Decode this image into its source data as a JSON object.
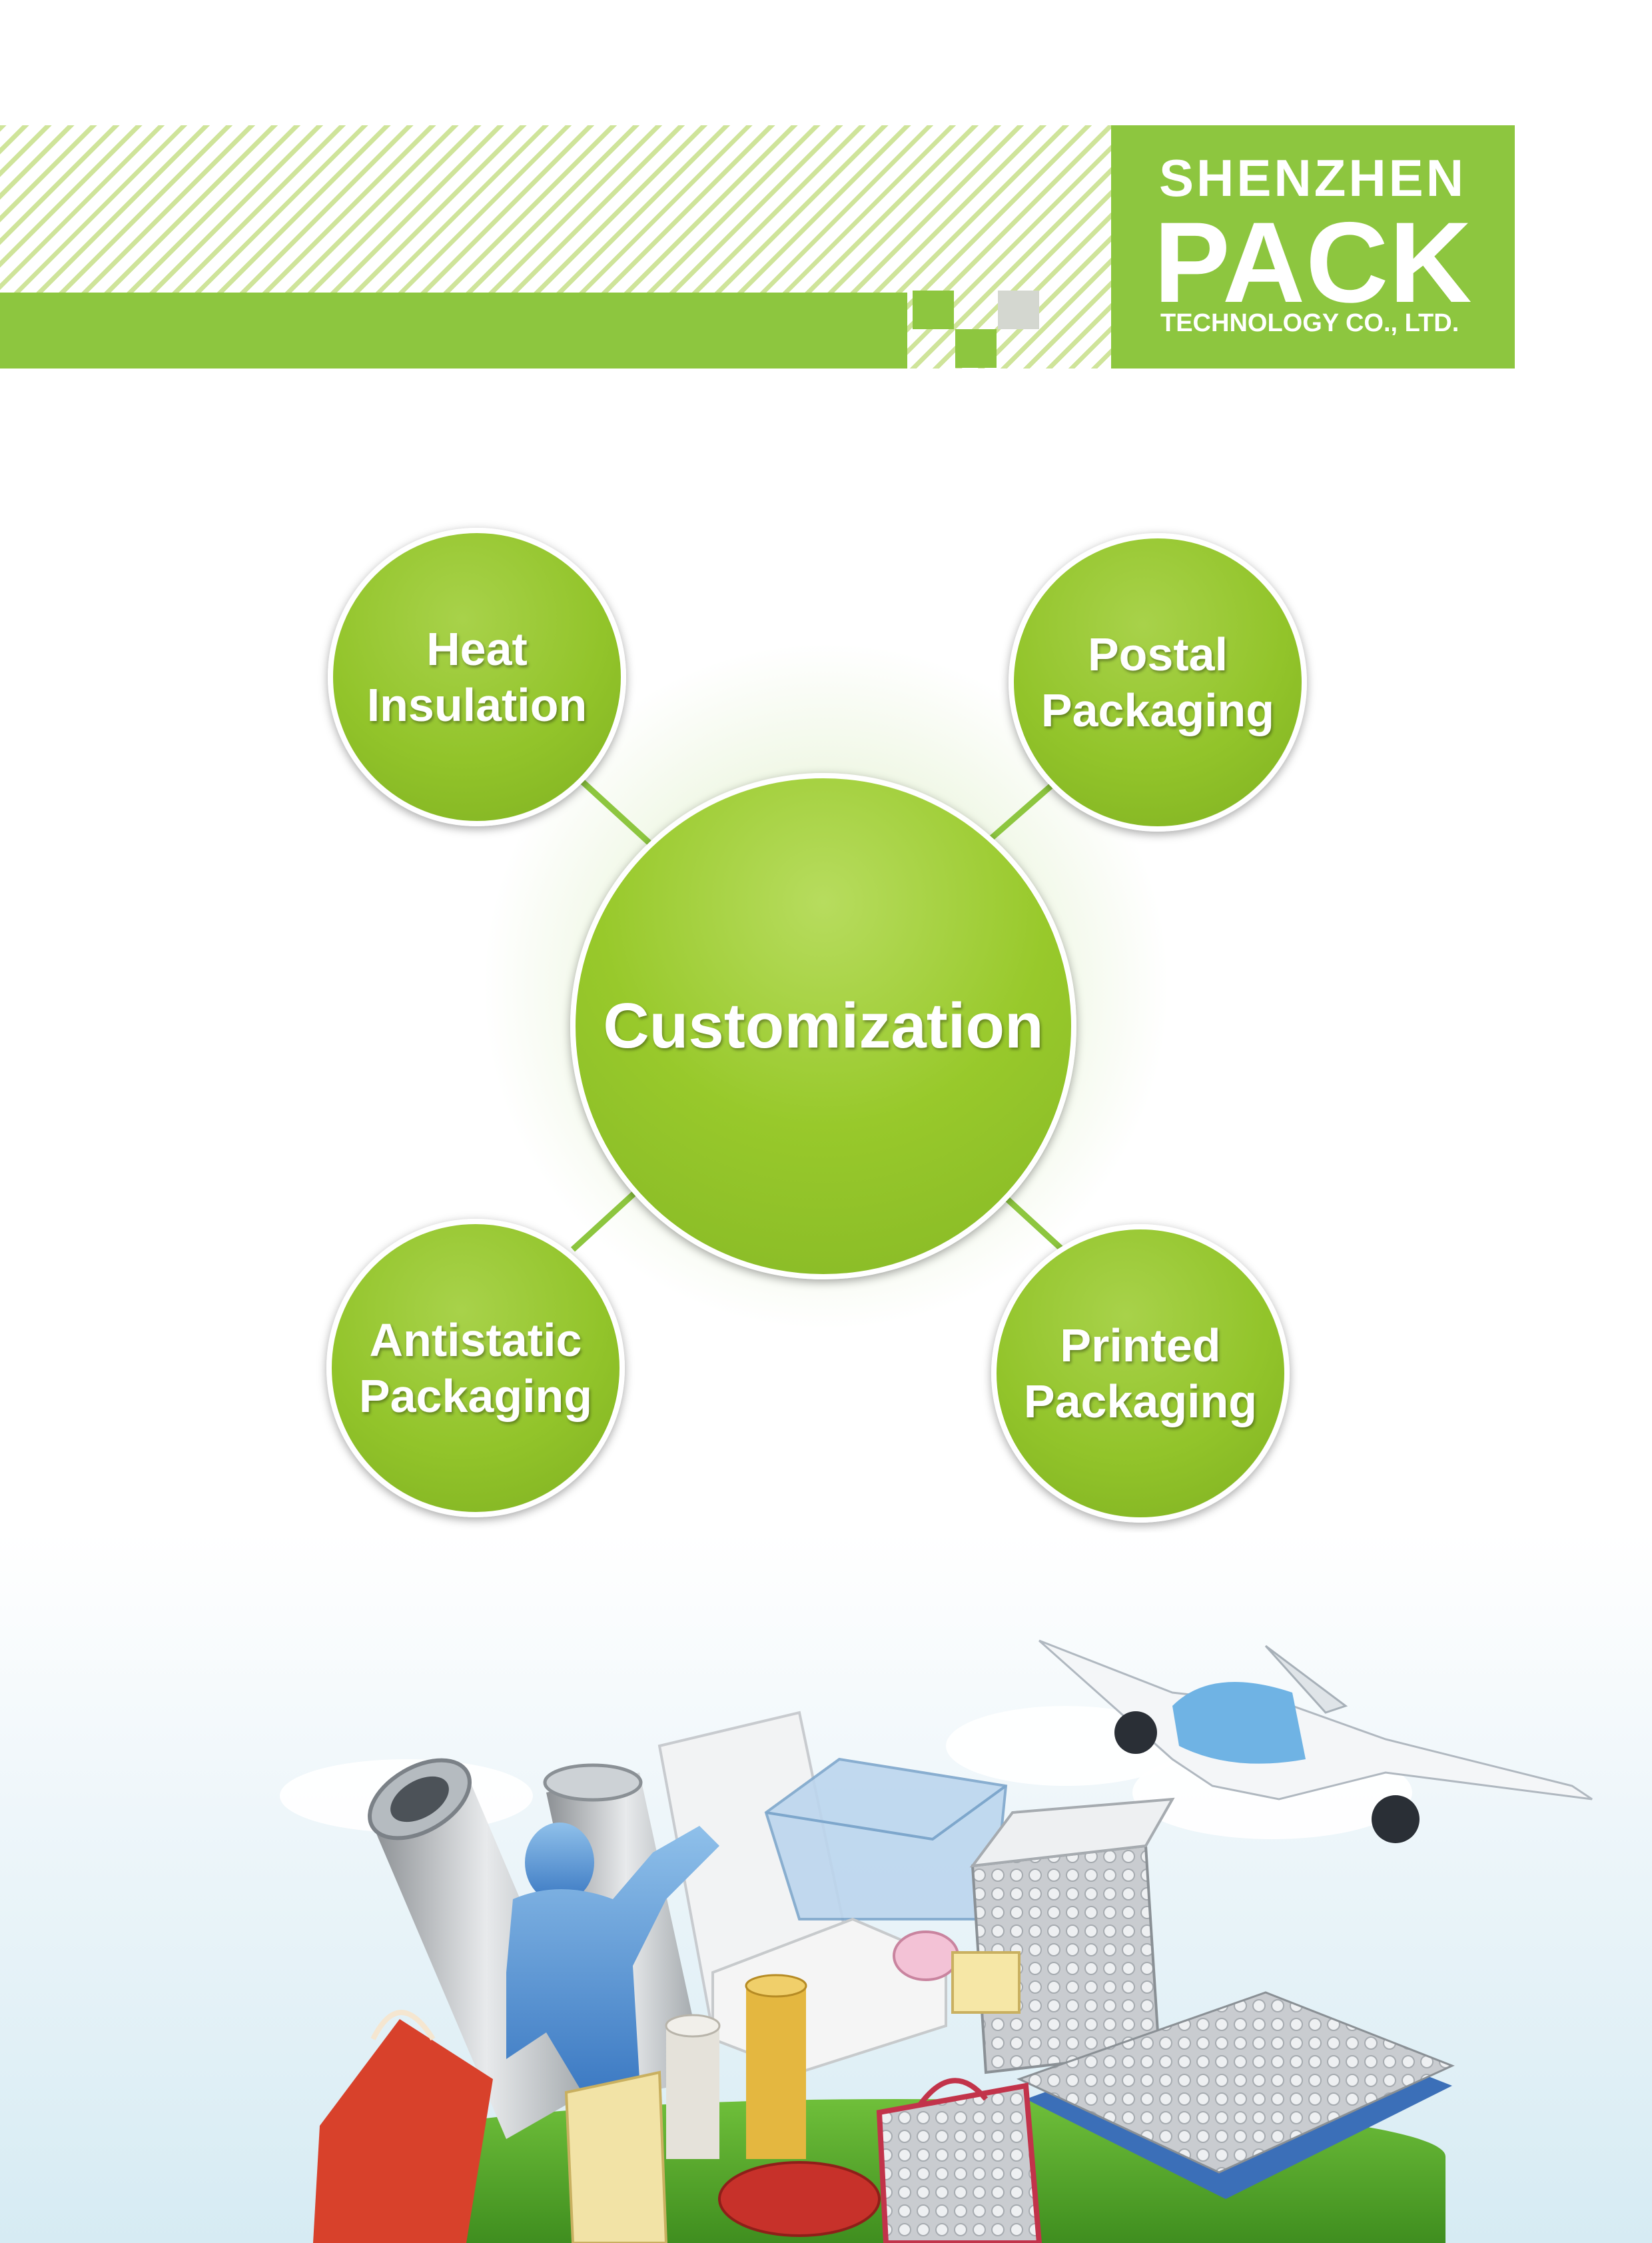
{
  "header": {
    "logo": {
      "line1": "SHENZHEN",
      "line2": "PACK",
      "line3": "TECHNOLOGY CO., LTD."
    }
  },
  "diagram": {
    "center": "Customization",
    "nodes": [
      {
        "id": "heat",
        "line1": "Heat",
        "line2": "Insulation"
      },
      {
        "id": "postal",
        "line1": "Postal",
        "line2": "Packaging"
      },
      {
        "id": "antistatic",
        "line1": "Antistatic",
        "line2": "Packaging"
      },
      {
        "id": "printed",
        "line1": "Printed",
        "line2": "Packaging"
      }
    ]
  },
  "colors": {
    "brand_green": "#8dc63f",
    "node_green": "#92c42a",
    "stripe_green": "#cfe49a",
    "accent_gray": "#d4d7d0"
  },
  "illustration": {
    "icons": [
      "airplane-icon",
      "mascot-figure-icon",
      "foil-roll-icon",
      "gift-bag-icon",
      "bubble-foil-sheet-icon",
      "insulated-box-icon"
    ]
  }
}
